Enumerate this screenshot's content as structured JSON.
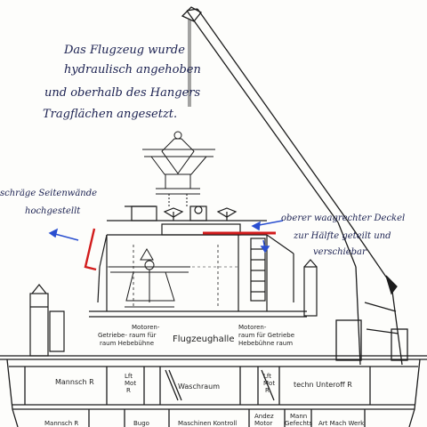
{
  "annotations": {
    "main_note": [
      "Das Flugzeug wurde",
      "hydraulisch angehoben",
      "und oberhalb des Hangers",
      "Tragflächen angesetzt."
    ],
    "side_walls": [
      "schräge Seitenwände",
      "hochgestellt"
    ],
    "top_cover": [
      "oberer waagrechter Deckel",
      "zur Hälfte geteilt und",
      "verschiebar"
    ]
  },
  "labels": {
    "motor_room_left": [
      "Motoren-",
      "Getriebe- raum für",
      "raum    Hebebühne"
    ],
    "hangar": "Flugzeughalle",
    "motor_room_right": [
      "Motoren-",
      "raum für Getriebe",
      "Hebebühne  raum"
    ],
    "mannsch_left": "Mannsch R",
    "lft_mot_left": [
      "Lft",
      "Mot",
      "R"
    ],
    "waschraum": "Waschraum",
    "lft_mot_right": [
      "Lft",
      "Mot",
      "R"
    ],
    "techn_unteroff": "techn Unteroff R",
    "mannsch_lower": "Mannsch R",
    "bugo": "Bugo",
    "maschinen": "Maschinen Kontroll",
    "andez": [
      "Andez",
      "Motor"
    ],
    "mann": [
      "Mann",
      "Gefechts"
    ],
    "art_hach": "Art Mach Werk"
  },
  "colors": {
    "ink": "#1c1c1c",
    "handwriting": "#1a2050",
    "red_marker": "#d21c1c",
    "blue_arrow": "#2a4fd0"
  }
}
